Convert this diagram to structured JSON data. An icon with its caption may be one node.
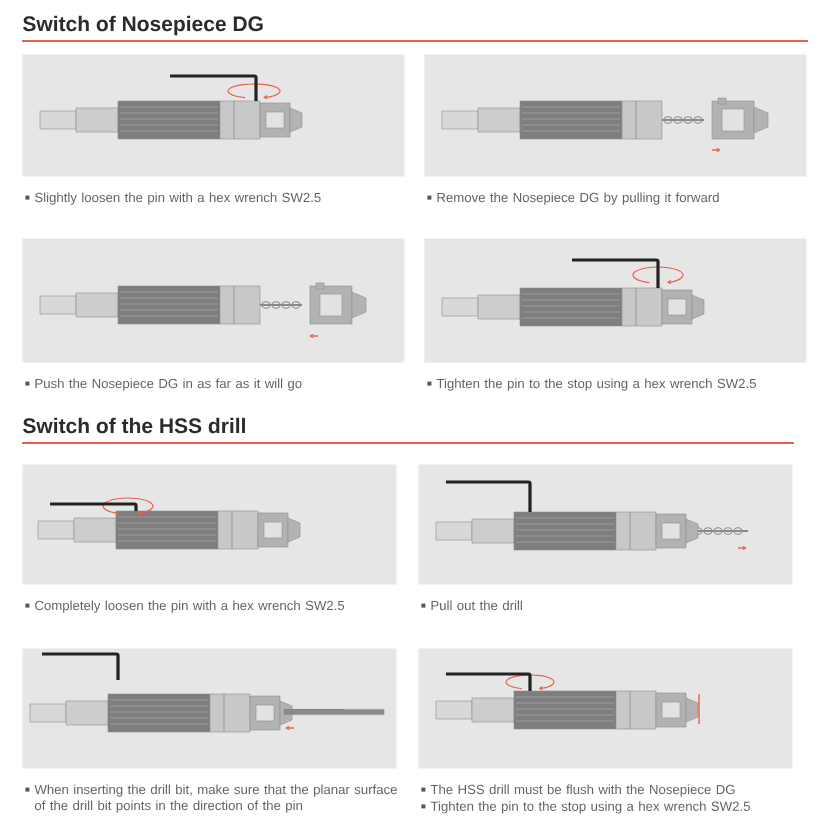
{
  "diagram": {
    "nodes": [
      {
        "text": [],
        "shape": "picture",
        "beside": [
          "Slightly loosen the pin with a hex wrench SW2.5"
        ]
      },
      {
        "text": [],
        "shape": "picture",
        "beside": [
          "Remove the Nosepiece DG by pulling it forward"
        ]
      },
      {
        "text": [],
        "shape": "picture",
        "beside": [
          "Push the Nosepiece DG in as far as it will go"
        ]
      },
      {
        "text": [],
        "shape": "picture",
        "beside": [
          "Tighten the pin to the stop using a hex wrench SW2.5"
        ]
      },
      {
        "text": [],
        "shape": "picture",
        "beside": [
          "Completely loosen the pin with a hex wrench SW2.5"
        ]
      },
      {
        "text": [],
        "shape": "picture",
        "beside": [
          "Pull out the drill"
        ]
      },
      {
        "text": [],
        "shape": "picture",
        "beside": [
          "When inserting the drill bit, make sure that the planar surface of the drill bit points in the direction of the pin"
        ]
      },
      {
        "text": [],
        "shape": "picture",
        "beside": [
          "The HSS drill must be flush with the Nosepiece DG",
          "Tighten the pin to the stop using a hex wrench SW2.5"
        ]
      }
    ],
    "labels": [
      "Switch of Nosepiece DG",
      "Switch of the HSS drill"
    ]
  }
}
